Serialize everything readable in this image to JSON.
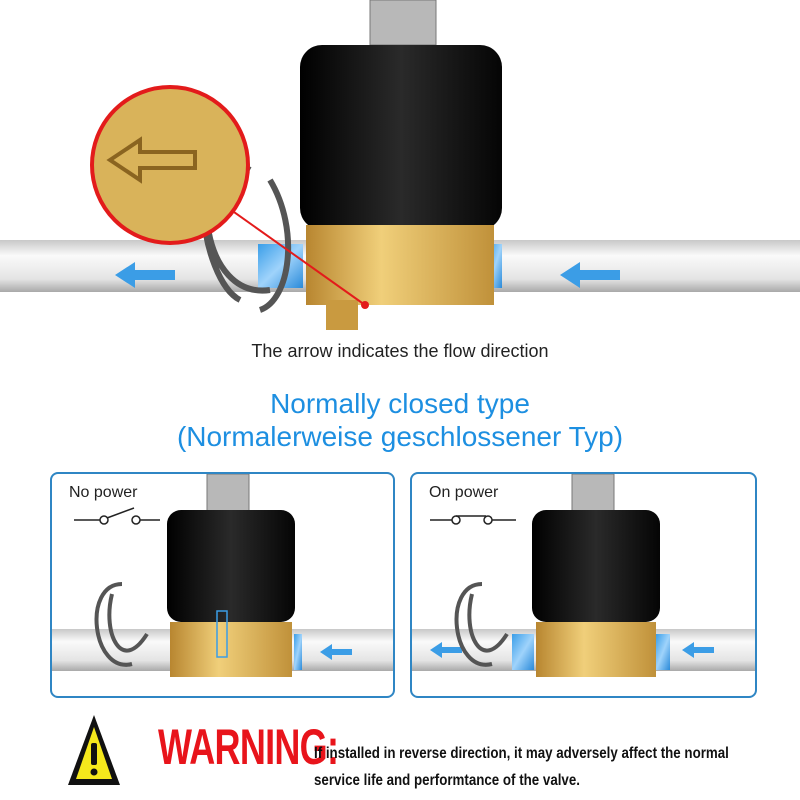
{
  "caption": "The arrow indicates the flow direction",
  "title": {
    "line1": "Normally closed type",
    "line2": "(Normalerweise geschlossener Typ)"
  },
  "panels": [
    {
      "label": "No power",
      "switch_state": "open"
    },
    {
      "label": "On power",
      "switch_state": "closed"
    }
  ],
  "warning": {
    "icon": "warning-triangle-icon",
    "word": "WARNING:",
    "line1": "If installed in reverse direction, it may adversely affect the normal",
    "line2": "service life and performtance of the valve."
  },
  "colors": {
    "accent_blue": "#1d8fe1",
    "warning_red": "#e8141b",
    "brass": "#d9a94a",
    "coil_black": "#151515"
  }
}
